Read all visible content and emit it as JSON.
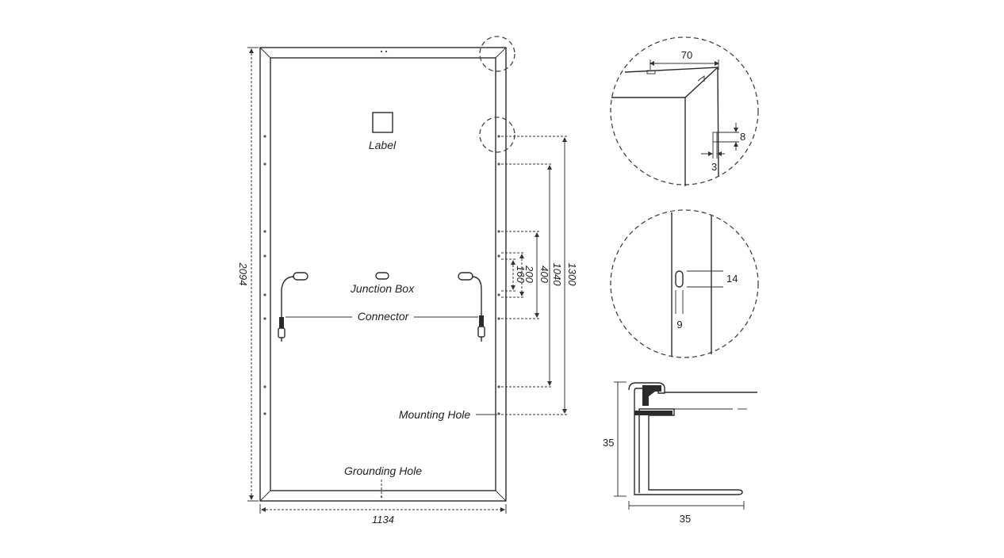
{
  "labels": {
    "label": "Label",
    "junction_box": "Junction Box",
    "connector": "Connector",
    "mounting_hole": "Mounting Hole",
    "grounding_hole": "Grounding Hole"
  },
  "dimensions": {
    "width": "1134",
    "height": "2094",
    "d1300": "1300",
    "d1040": "1040",
    "d400": "400",
    "d200": "200",
    "d160": "160"
  },
  "detail_corner": {
    "width": "70",
    "hole_h": "8",
    "hole_w": "3"
  },
  "detail_slot": {
    "slot_len": "14",
    "slot_w": "9"
  },
  "detail_profile": {
    "height": "35",
    "width": "35"
  }
}
